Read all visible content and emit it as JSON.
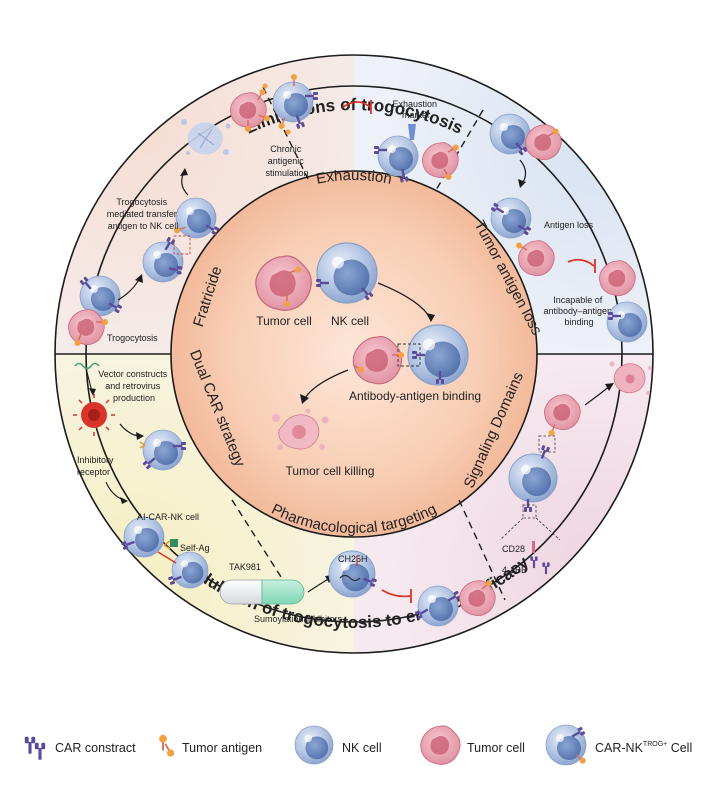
{
  "title_top": "Limitations of trogocytosis",
  "title_bottom": "Modulation of trogocytosis to enhance efficacy",
  "segments": {
    "exhaustion": "Exhaustion",
    "fratricide": "Fratricide",
    "antigen_loss": "Tumor antigen loss",
    "dual_car": "Dual CAR strategy",
    "pharmacological": "Pharmacological targeting",
    "signaling": "Signaling Domains"
  },
  "center": {
    "tumor_cell": "Tumor cell",
    "nk_cell": "NK cell",
    "binding": "Antibody-antigen binding",
    "killing": "Tumor cell killing"
  },
  "labels": {
    "exhaustion_marker": [
      "Exhaustion",
      "marker"
    ],
    "chronic_stimulation": [
      "Chronic",
      "antigenic",
      "stimulation"
    ],
    "trogo_transfer": [
      "Trogocytosis",
      "mediated transfer",
      "antigen to NK cell"
    ],
    "trogocytosis": "Trogocytosis",
    "antigen_loss": "Antigen loss",
    "incapable": [
      "Incapable of",
      "antibody–antigen",
      "binding"
    ],
    "vector": [
      "Vector constructs",
      "and retrovirus",
      "production"
    ],
    "inhibitory_receptor": [
      "Inhibitory",
      "receptor"
    ],
    "ai_car": "AI-CAR-NK cell",
    "self_ag": "Self-Ag",
    "tak981": "TAK981",
    "sumoylation": "Sumoylation inhibitors",
    "ch25h": "CH25H",
    "cd28": "CD28",
    "four1bb": "4-1BB"
  },
  "legend": {
    "car_construct": "CAR constract",
    "tumor_antigen": "Tumor antigen",
    "nk_cell": "NK cell",
    "tumor_cell": "Tumor cell",
    "car_nk_main": "CAR-NK",
    "car_nk_sup": "TROG+",
    "car_nk_suffix": " Cell"
  },
  "colors": {
    "nk_fill": "#a9bfe0",
    "nk_core": "#5f7fb8",
    "tumor_fill": "#e8a0ae",
    "tumor_core": "#c8586f",
    "car_purple": "#5b4b9a",
    "antigen_orange": "#f2a040",
    "inhibit_red": "#d9342b",
    "top_tint": "#f6e3dc",
    "bottom_tint": "#f7f2cf",
    "right_tint": "#dde6f3",
    "lower_right_tint": "#f1dce6"
  }
}
